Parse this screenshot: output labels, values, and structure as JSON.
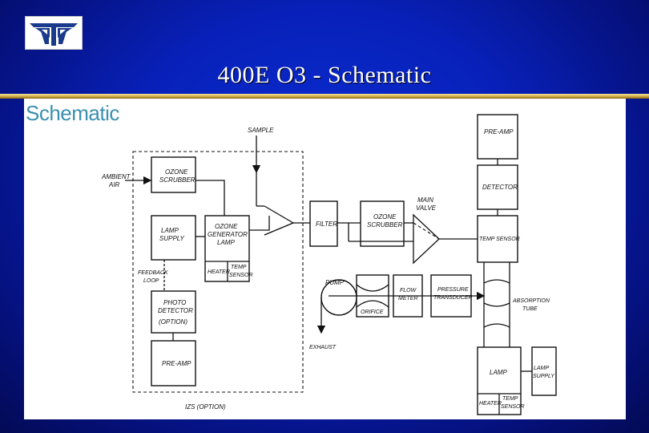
{
  "slide": {
    "title": "400E O3 - Schematic",
    "logo_icon": "teledyne-logo",
    "background_color": "#0820b8",
    "accent_color": "#d4b24a"
  },
  "diagram": {
    "heading": "Schematic",
    "heading_color": "#3b8fb0",
    "labels": {
      "sample": "SAMPLE",
      "ambient_air_1": "AMBIENT",
      "ambient_air_2": "AIR",
      "ozone_scrubber_1": "OZONE",
      "ozone_scrubber_2": "SCRUBBER",
      "lamp_supply_1": "LAMP",
      "lamp_supply_2": "SUPPLY",
      "ozone_gen_1": "OZONE",
      "ozone_gen_2": "GENERATOR",
      "ozone_gen_3": "LAMP",
      "heater": "HEATER",
      "temp_sensor_1": "TEMP",
      "temp_sensor_2": "SENSOR",
      "feedback_1": "FEEDBACK",
      "feedback_2": "LOOP",
      "photo_1": "PHOTO",
      "photo_2": "DETECTOR",
      "photo_3": "(OPTION)",
      "preamp": "PRE-AMP",
      "izs": "IZS (OPTION)",
      "filter": "FILTER",
      "ozone_scrubber2_1": "OZONE",
      "ozone_scrubber2_2": "SCRUBBER",
      "main_valve_1": "MAIN",
      "main_valve_2": "VALVE",
      "pump": "PUMP",
      "orifice": "ORIFICE",
      "flow_meter_1": "FLOW",
      "flow_meter_2": "METER",
      "pressure_1": "PRESSURE",
      "pressure_2": "TRANSDUCER",
      "exhaust": "EXHAUST",
      "preamp_top": "PRE-AMP",
      "detector": "DETECTOR",
      "temp_sensor_main": "TEMP SENSOR",
      "absorption_1": "ABSORPTION",
      "absorption_2": "TUBE",
      "lamp_main": "LAMP",
      "lamp_supply_main_1": "LAMP",
      "lamp_supply_main_2": "SUPPLY",
      "heater_main": "HEATER",
      "temp_main_1": "TEMP",
      "temp_main_2": "SENSOR"
    }
  }
}
